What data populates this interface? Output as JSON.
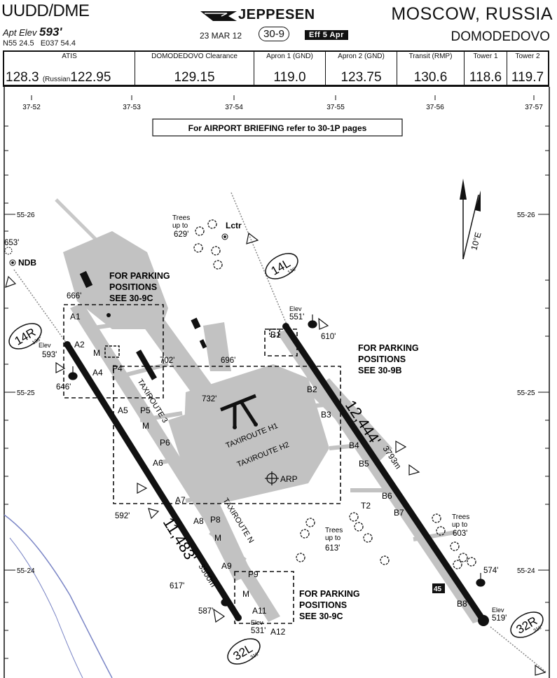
{
  "header": {
    "ident": "UUDD/DME",
    "apt_elev_label": "Apt Elev",
    "apt_elev_value": "593'",
    "coords": "N55 24.5   E037 54.4",
    "brand": "JEPPESEN",
    "city": "MOSCOW, RUSSIA",
    "airport": "DOMODEDOVO",
    "date": "23 MAR 12",
    "chart_no": "30-9",
    "effective": "Eff 5 Apr"
  },
  "frequencies": [
    {
      "label": "ATIS",
      "value": "128.3",
      "extra_label": "(Russian",
      "extra_value": "122.95"
    },
    {
      "label": "DOMODEDOVO Clearance",
      "value": "129.15"
    },
    {
      "label": "Apron 1 (GND)",
      "value": "119.0"
    },
    {
      "label": "Apron 2 (GND)",
      "value": "123.75"
    },
    {
      "label": "Transit (RMP)",
      "value": "130.6"
    },
    {
      "label": "Tower 1",
      "value": "118.6"
    },
    {
      "label": "Tower 2",
      "value": "119.7"
    }
  ],
  "grid": {
    "longitudes": [
      "37-52",
      "37-53",
      "37-54",
      "37-55",
      "37-56",
      "37-57"
    ],
    "latitudes": [
      "55-26",
      "55-25",
      "55-24"
    ]
  },
  "briefing_note": "For AIRPORT BRIEFING refer to 30-1P pages",
  "parking_notes": [
    {
      "line1": "FOR PARKING",
      "line2": "POSITIONS",
      "line3": "SEE 30-9C"
    },
    {
      "line1": "FOR PARKING",
      "line2": "POSITIONS",
      "line3": "SEE 30-9B"
    },
    {
      "line1": "FOR PARKING",
      "line2": "POSITIONS",
      "line3": "SEE 30-9C"
    }
  ],
  "runways": {
    "west": {
      "end_north": "14R",
      "end_north_hdg": "136°",
      "end_south": "32L",
      "end_south_hdg": "316°",
      "length_ft": "11,483'",
      "length_m": "3500m"
    },
    "east": {
      "end_north": "14L",
      "end_north_hdg": "136°",
      "end_south": "32R",
      "end_south_hdg": "316°",
      "length_ft": "12,444'",
      "length_m": "3793m"
    }
  },
  "taxiways": {
    "a": [
      "A1",
      "A2",
      "A4",
      "A5",
      "A6",
      "A7",
      "A8",
      "A9",
      "A11",
      "A12"
    ],
    "p": [
      "P4",
      "P5",
      "P6",
      "P8",
      "P9"
    ],
    "b": [
      "B1",
      "B2",
      "B3",
      "B4",
      "B5",
      "B6",
      "B7",
      "B8"
    ],
    "m": "M",
    "t2": "T2",
    "route3": "TAXIROUTE 3",
    "routeN": "TAXIROUTE N",
    "routeH1": "TAXIROUTE H1",
    "routeH2": "TAXIROUTE H2"
  },
  "elevations": {
    "e653": "653'",
    "e666": "666'",
    "e593": "593'",
    "e646": "646'",
    "e702": "702'",
    "e696": "696'",
    "e732": "732'",
    "e610": "610'",
    "e551": "551'",
    "e592": "592'",
    "e617": "617'",
    "e587": "587'",
    "e531": "531'",
    "e574": "574'",
    "e519": "519'"
  },
  "elev_label": "Elev",
  "trees": [
    {
      "line1": "Trees",
      "line2": "up to",
      "value": "629'"
    },
    {
      "line1": "Trees",
      "line2": "up to",
      "value": "613'"
    },
    {
      "line1": "Trees",
      "line2": "up to",
      "value": "603'"
    }
  ],
  "ndb_label": "NDB",
  "lctr_label": "Lctr",
  "arp_label": "ARP",
  "magnetic_variation": "10°E",
  "marker_45": "45"
}
